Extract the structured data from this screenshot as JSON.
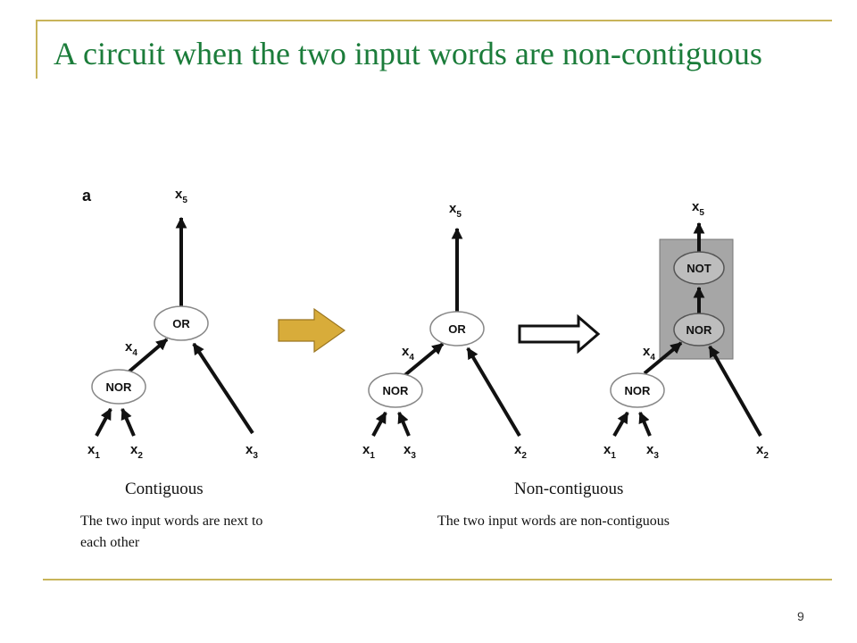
{
  "slide": {
    "title": "A circuit when the two input words are non-contiguous",
    "page_number": "9",
    "accent_color": "#c8b45a",
    "title_color": "#1b7c3a"
  },
  "diagram": {
    "panel_label": "a",
    "transition_arrow_color": "#d8ac3a",
    "left_circuit": {
      "output": "x5",
      "nodes": [
        "OR",
        "NOR"
      ],
      "intermediate": "x4",
      "inputs": [
        "x1",
        "x2",
        "x3"
      ]
    },
    "middle_circuit": {
      "output": "x5",
      "nodes": [
        "OR",
        "NOR"
      ],
      "intermediate": "x4",
      "inputs": [
        "x1",
        "x3",
        "x2"
      ]
    },
    "right_circuit": {
      "output": "x5",
      "nodes": [
        "NOT",
        "NOR",
        "NOR"
      ],
      "intermediate": "x4",
      "inputs": [
        "x1",
        "x3",
        "x2"
      ],
      "highlight_box_color": "#a6a6a6"
    }
  },
  "captions": {
    "left_heading": "Contiguous",
    "left_body": "The two input words are next to each other",
    "right_heading": "Non-contiguous",
    "right_body": "The two input words are non-contiguous"
  }
}
